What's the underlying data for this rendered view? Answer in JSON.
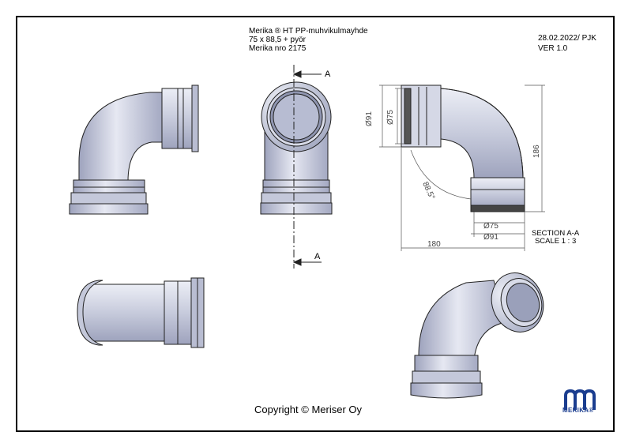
{
  "title": {
    "line1": "Merika ® HT PP-muhvikulmayhde",
    "line2": "75 x 88,5 + pyör",
    "line3": "Merika nro  2175"
  },
  "revision": {
    "date": "28.02.2022/ PJK",
    "version": "VER 1.0"
  },
  "section": {
    "marker": "A",
    "title": "SECTION A-A",
    "scale": "SCALE 1 : 3"
  },
  "dimensions": {
    "outer_diameter_top": "Ø91",
    "inner_diameter_top": "Ø75",
    "height": "186",
    "angle": "88.5°",
    "inner_diameter_bottom": "Ø75",
    "outer_diameter_bottom": "Ø91",
    "width": "180"
  },
  "footer": {
    "copyright": "Copyright © Meriser Oy"
  },
  "logo": {
    "text": "MERIKA®",
    "color": "#1a3d8f"
  },
  "colors": {
    "pipe_fill": "#d3d7e6",
    "pipe_shade": "#a9aec6",
    "line": "#222222",
    "brand": "#1a3d8f"
  }
}
